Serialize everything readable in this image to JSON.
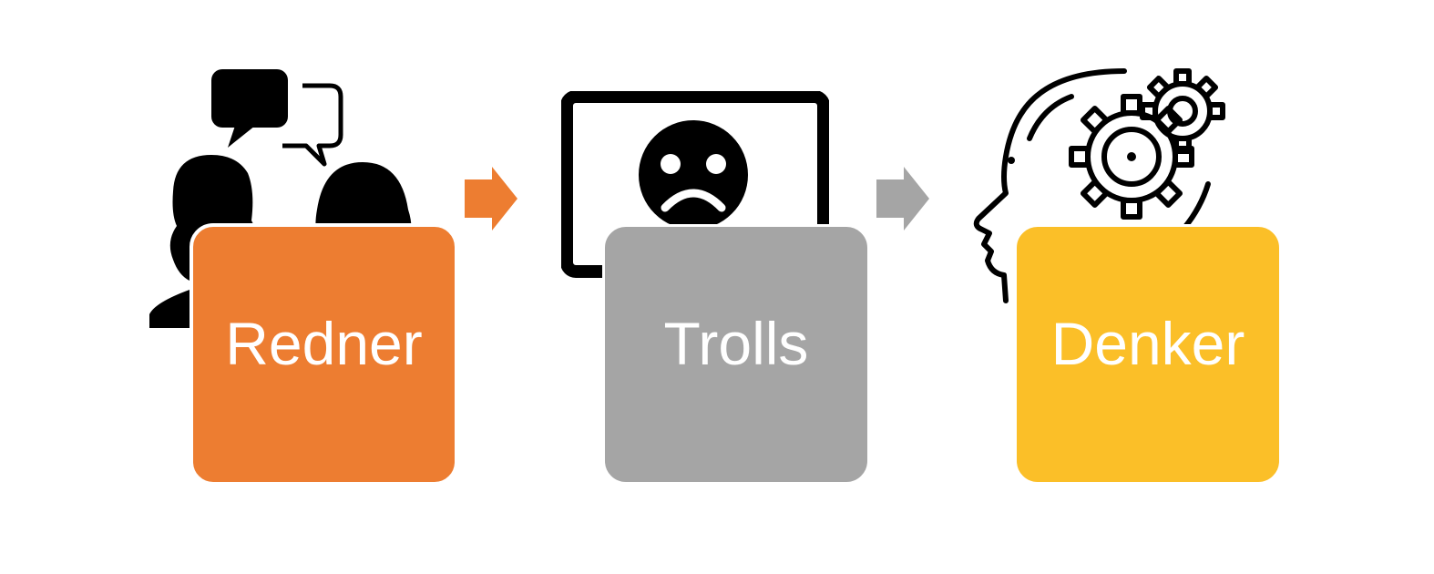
{
  "steps": [
    {
      "label": "Redner",
      "color": "#ED7D31",
      "icon": "speaking-people-icon"
    },
    {
      "label": "Trolls",
      "color": "#A5A5A5",
      "icon": "sad-monitor-icon"
    },
    {
      "label": "Denker",
      "color": "#FBBF28",
      "icon": "thinking-head-gears-icon"
    }
  ],
  "arrows": [
    {
      "color": "#ED7D31"
    },
    {
      "color": "#A5A5A5"
    }
  ]
}
